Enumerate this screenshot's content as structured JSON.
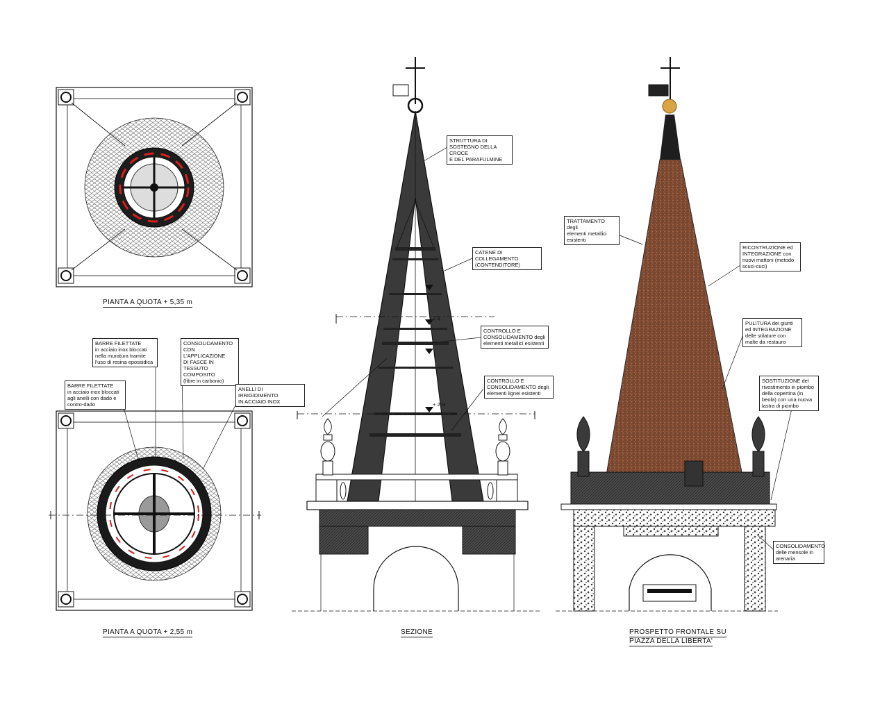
{
  "captions": {
    "plan_upper": "PIANTA A QUOTA + 5,35 m",
    "plan_lower": "PIANTA A QUOTA + 2,55 m",
    "section": "SEZIONE",
    "front_line1": "PROSPETTO FRONTALE SU",
    "front_line2": "PIAZZA DELLA LIBERTA'"
  },
  "levels": {
    "l1": "+ 4",
    "l2": "+ 254"
  },
  "notes": {
    "barre_filettate_a": "BARRE FILETTATE\nin acciaio inox bloccati\nnella muratura tramite\nl'uso di resina epossidica",
    "consolidamento_fasce": "CONSOLIDAMENTO\nCON L'APPLICAZIONE\nDI FASCE IN TESSUTO\nCOMPOSITO\n(fibre in carbonio)",
    "barre_filettate_b": "BARRE FILETTATE\nin acciaio inox bloccati\nagli anelli con dado e\ncontro-dado",
    "anelli_irrigidimento": "ANELLI DI IRRIGIDIMENTO\nIN ACCIAIO INOX",
    "struttura_sostegno": "STRUTTURA DI\nSOSTEGNO DELLA CROCE\nE DEL PARAFULMINE",
    "catene": "CATENE DI COLLEGAMENTO\n(CONTENDITORE)",
    "controllo_metallici": "CONTROLLO E\nCONSOLIDAMENTO degli\nelementi metallici esistenti",
    "controllo_lignei": "CONTROLLO E\nCONSOLIDAMENTO degli\nelementi lignei esistenti",
    "trattamento": "TRATTAMENTO degli\nelementi metallici\nesistenti",
    "ricostruzione": "RICOSTRUZIONE ed\nINTEGRAZIONE con\nnuovi mattoni (metodo\nscuci-cuci)",
    "pulitura": "PULITURA dei giunti\ned INTEGRAZIONE\ndelle stilature con\nmalte da restauro",
    "sostituzione": "SOSTITUZIONE del\nrivestimento in piombo\ndella copertina (in\nbeola) con una nuova\nlastra di piombo",
    "consolidamento_mensole": "CONSOLIDAMENTO\ndelle mensole in\narenaria"
  },
  "colors": {
    "ink": "#1a1a1a",
    "section_fill": "#3a3a3a",
    "brick": "#7a4a33",
    "red_ring": "#d81e1e",
    "gold_ball": "#d9a441"
  }
}
